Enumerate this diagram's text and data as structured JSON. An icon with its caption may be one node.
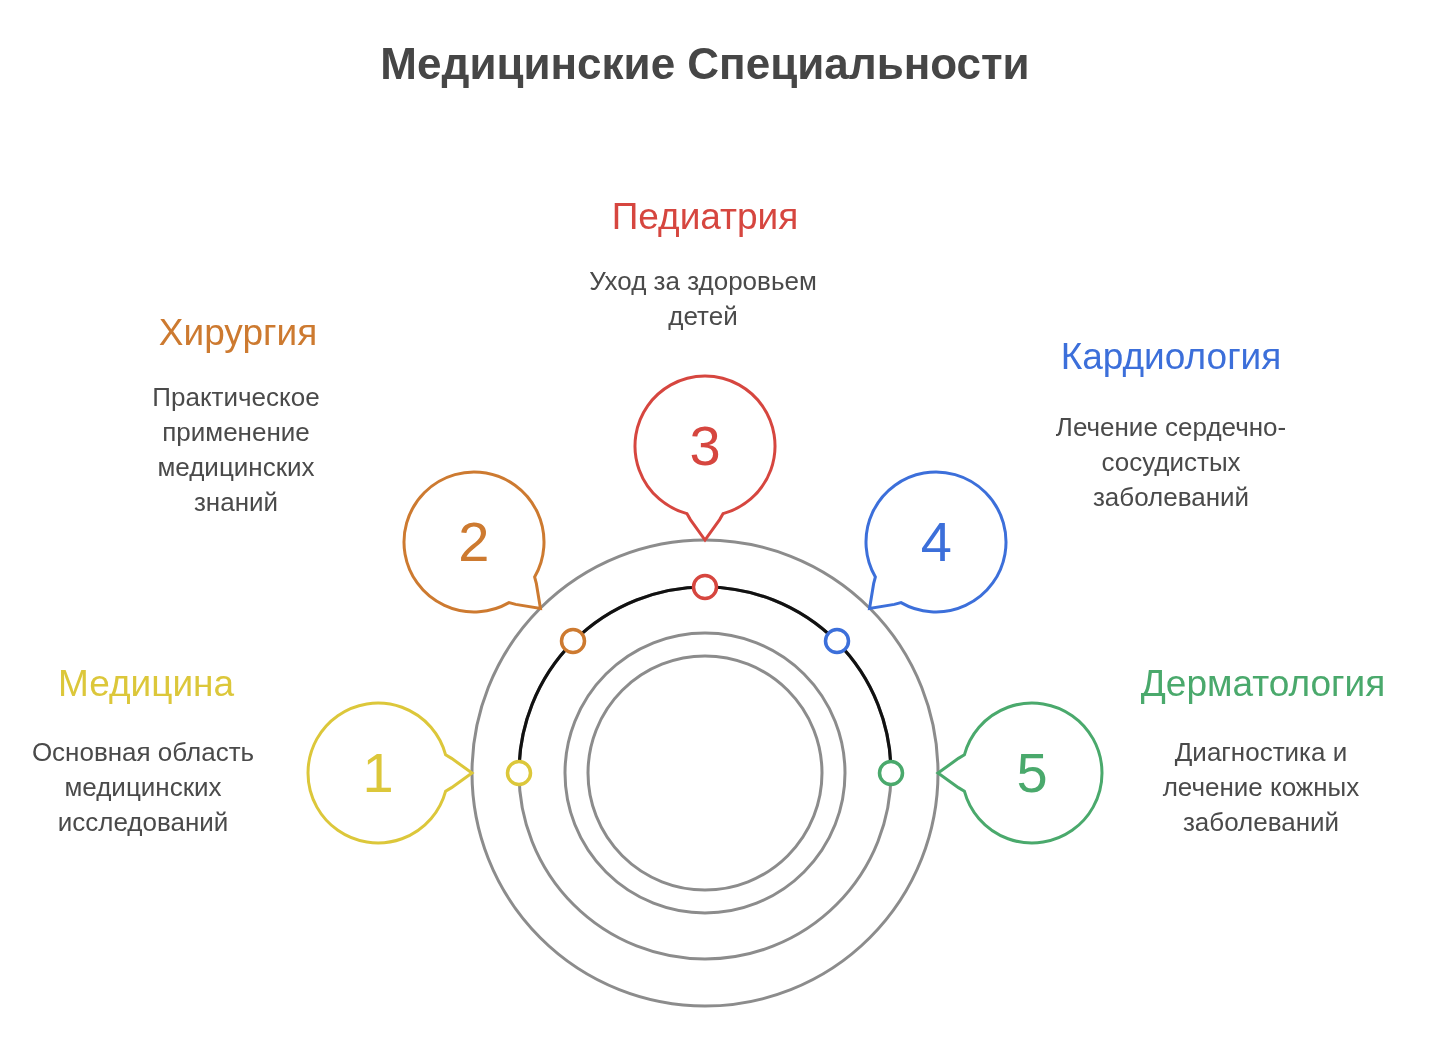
{
  "diagram": {
    "title": "Медицинские Специальности",
    "nodes": [
      {
        "text": [
          "1"
        ],
        "beside": [
          "Медицина",
          "Основная область медицинских исследований"
        ]
      },
      {
        "text": [
          "2"
        ],
        "beside": [
          "Хирургия",
          "Практическое применение медицинских знаний"
        ]
      },
      {
        "text": [
          "3"
        ],
        "beside": [
          "Педиатрия",
          "Уход за здоровьем детей"
        ]
      },
      {
        "text": [
          "4"
        ],
        "beside": [
          "Кардиология",
          "Лечение сердечно-сосудистых заболеваний"
        ]
      },
      {
        "text": [
          "5"
        ],
        "beside": [
          "Дерматология",
          "Диагностика и лечение кожных заболеваний"
        ]
      }
    ]
  }
}
